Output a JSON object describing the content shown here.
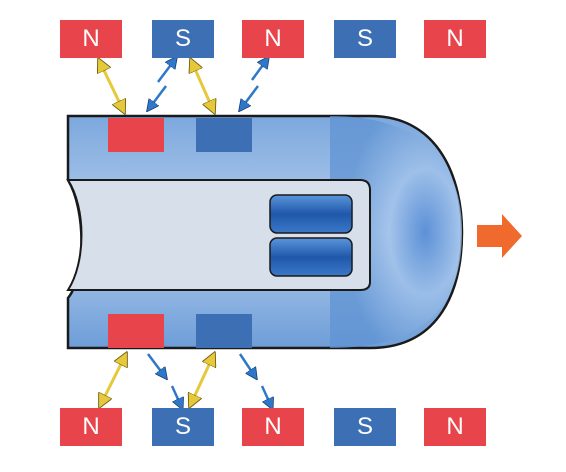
{
  "diagram": {
    "top_row": [
      {
        "pole": "N",
        "label": "N"
      },
      {
        "pole": "S",
        "label": "S"
      },
      {
        "pole": "N",
        "label": "N"
      },
      {
        "pole": "S",
        "label": "S"
      },
      {
        "pole": "N",
        "label": "N"
      }
    ],
    "bottom_row": [
      {
        "pole": "N",
        "label": "N"
      },
      {
        "pole": "S",
        "label": "S"
      },
      {
        "pole": "N",
        "label": "N"
      },
      {
        "pole": "S",
        "label": "S"
      },
      {
        "pole": "N",
        "label": "N"
      }
    ],
    "train_magnets": {
      "top": [
        "N",
        "S"
      ],
      "bottom": [
        "N",
        "S"
      ]
    },
    "colors": {
      "north": "#e8444c",
      "south": "#3d6fb4",
      "attraction_arrow": "#e6c93b",
      "repulsion_arrow": "#2f77c8",
      "motion_arrow": "#ef6a2c",
      "train_body": "#6f9fd8",
      "cabin": "#d6dfea"
    }
  }
}
